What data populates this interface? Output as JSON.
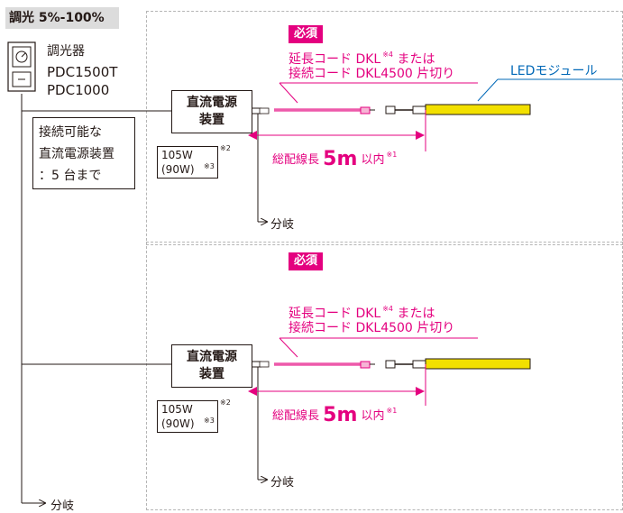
{
  "header": {
    "title": "調光 5%-100%"
  },
  "dimmer": {
    "label": "調光器",
    "models": [
      "PDC1500T",
      "PDC1000"
    ]
  },
  "note_box": {
    "lines": [
      "接続可能な",
      "直流電源装置",
      "：5 台まで"
    ]
  },
  "led_label": "LEDモジュール",
  "branch_label": "分岐",
  "units": [
    {
      "supply_lines": [
        "直流電源",
        "装置"
      ],
      "watt_lines": [
        "105W",
        "(90W)"
      ],
      "watt_notes": [
        "※2",
        "※3"
      ],
      "required_label": "必須",
      "cable_line1_a": "延長コード DKL",
      "cable_line1_note": "※4",
      "cable_line1_b": " または",
      "cable_line2": "接続コード DKL4500 片切り",
      "total_prefix": "総配線長",
      "total_value": "5m",
      "total_suffix": "以内",
      "total_note": "※1",
      "branch_label": "分岐"
    },
    {
      "supply_lines": [
        "直流電源",
        "装置"
      ],
      "watt_lines": [
        "105W",
        "(90W)"
      ],
      "watt_notes": [
        "※2",
        "※3"
      ],
      "required_label": "必須",
      "cable_line1_a": "延長コード DKL",
      "cable_line1_note": "※4",
      "cable_line1_b": " または",
      "cable_line2": "接続コード DKL4500 片切り",
      "total_prefix": "総配線長",
      "total_value": "5m",
      "total_suffix": "以内",
      "total_note": "※1",
      "branch_label": "分岐"
    }
  ],
  "colors": {
    "magenta": "#e4007f",
    "led_yellow": "#f2e000",
    "blue": "#0068b7",
    "gray": "#dcdcdc"
  }
}
